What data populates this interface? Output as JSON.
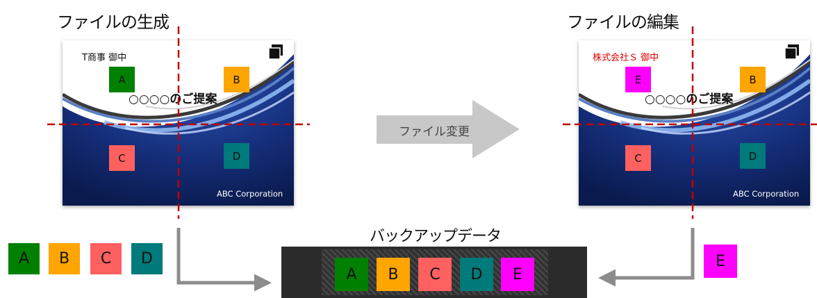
{
  "left": {
    "title": "ファイルの生成",
    "addressee": "T商事 御中",
    "proposal": "○○○○のご提案",
    "corp": "ABC Corporation",
    "blocks": {
      "a": "A",
      "b": "B",
      "c": "C",
      "d": "D"
    }
  },
  "right": {
    "title": "ファイルの編集",
    "addressee": "株式会社Ｓ 御中",
    "proposal": "○○○○のご提案",
    "corp": "ABC Corporation",
    "blocks": {
      "e": "E",
      "b": "B",
      "c": "C",
      "d": "D"
    }
  },
  "center_arrow_label": "ファイル変更",
  "backup": {
    "title": "バックアップデータ",
    "blocks": [
      "A",
      "B",
      "C",
      "D",
      "E"
    ]
  },
  "source_blocks": [
    "A",
    "B",
    "C",
    "D"
  ],
  "edit_block": "E",
  "colors": {
    "A": "#008000",
    "B": "#ffa500",
    "C": "#ff6060",
    "D": "#007a7a",
    "E": "#ff00ff",
    "guide": "#c00000",
    "connector": "#8c8c8c"
  }
}
